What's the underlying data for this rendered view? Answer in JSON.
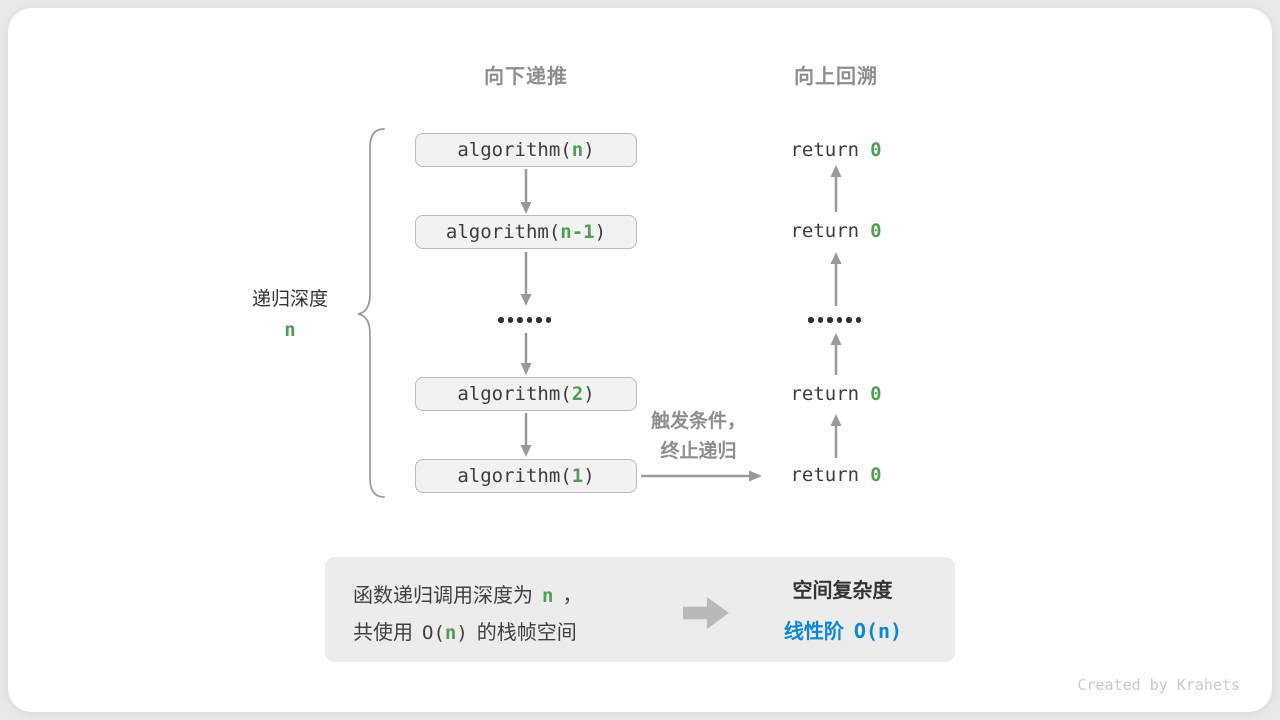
{
  "diagram": {
    "header_left": "向下递推",
    "header_right": "向上回溯",
    "depth_label": "递归深度",
    "depth_var": "n",
    "calls": [
      {
        "fn": "algorithm(",
        "arg": "n",
        "close": ")"
      },
      {
        "fn": "algorithm(",
        "arg": "n-1",
        "close": ")"
      },
      {
        "fn": "algorithm(",
        "arg": "2",
        "close": ")"
      },
      {
        "fn": "algorithm(",
        "arg": "1",
        "close": ")"
      }
    ],
    "returns": [
      {
        "kw": "return",
        "val": "0"
      },
      {
        "kw": "return",
        "val": "0"
      },
      {
        "kw": "return",
        "val": "0"
      },
      {
        "kw": "return",
        "val": "0"
      }
    ],
    "trigger_line1": "触发条件，",
    "trigger_line2": "终止递归"
  },
  "summary": {
    "line1_pre": "函数递归调用深度为",
    "line1_var": "n",
    "line1_post": "，",
    "line2_pre": "共使用",
    "line2_o_open": "O(",
    "line2_var": "n",
    "line2_o_close": ")",
    "line2_post": "的栈帧空间",
    "result_title": "空间复杂度",
    "result_order": "线性阶",
    "result_notation": "O(n)"
  },
  "watermark": "Created by Krahets",
  "colors": {
    "green": "#4f9e52",
    "blue": "#0c87d2",
    "gray_label": "#8e8e8e",
    "arrow": "#999999",
    "box_fill": "#f2f2f2",
    "box_border": "#bababa"
  }
}
